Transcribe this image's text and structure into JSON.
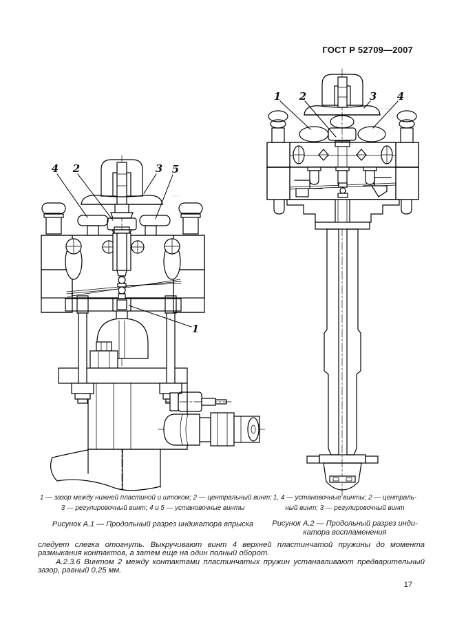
{
  "header": {
    "title": "ГОСТ Р 52709—2007"
  },
  "figure_a1": {
    "part_labels": {
      "n1": "1",
      "n2": "2",
      "n3": "3",
      "n4": "4",
      "n5": "5"
    },
    "legend_line1": "1 — зазор между нижней пластиной и штоком; 2 — центральный винт;",
    "legend_line2": "3 — регулировочный винт; 4 и 5 — установочные винты",
    "caption": "Рисунок А.1 — Продольный разрез индикатора впрыска"
  },
  "figure_a2": {
    "part_labels": {
      "n1": "1",
      "n2": "2",
      "n3": "3",
      "n4": "4"
    },
    "legend_line1": "1, 4 — установочные винты; 2 — централь-",
    "legend_line2": "ный винт; 3 — регулировочный винт",
    "caption_line1": "Рисунок А.2 — Продольный разрез инди-",
    "caption_line2": "катора воспламенения"
  },
  "body_text": {
    "paragraph1": "следует слегка отогнуть. Выкручивают винт 4 верхней пластинчатой пружины до момента размыкания контактов, а затем еще на один полный оборот.",
    "paragraph2": "А.2.3.6 Винтом 2 между контактами пластинчатых пружин устанавливают предварительный зазор, равный 0,25 мм."
  },
  "footer": {
    "page_number": "17"
  }
}
